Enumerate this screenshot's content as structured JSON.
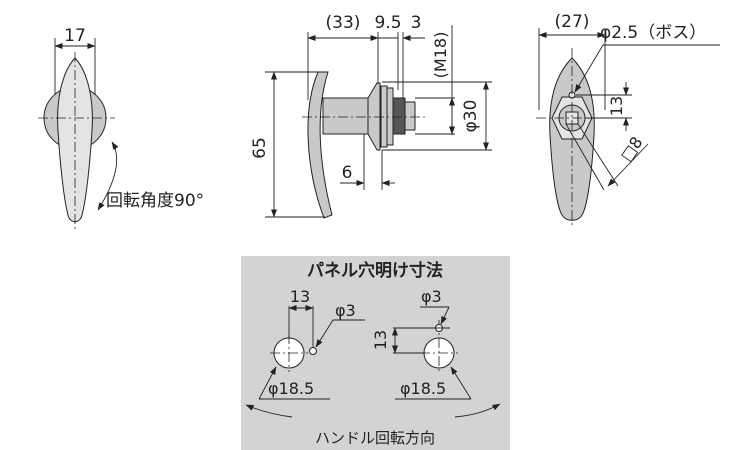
{
  "left_view": {
    "width_dim": "17",
    "rotation_label": "回転角度90°"
  },
  "side_view": {
    "length_dim": "(33)",
    "dim_9_5": "9.5",
    "dim_3": "3",
    "thread": "(M18)",
    "diameter": "φ30",
    "height_dim": "65",
    "dim_6": "6"
  },
  "front_view": {
    "width_dim": "(27)",
    "boss_label": "φ2.5（ボス）",
    "offset_dim": "13",
    "square_dim": "□8"
  },
  "panel": {
    "title": "パネル穴明け寸法",
    "left": {
      "offset_dim": "13",
      "small_hole": "φ3",
      "main_hole": "φ18.5"
    },
    "right": {
      "offset_dim": "13",
      "small_hole": "φ3",
      "main_hole": "φ18.5"
    },
    "rotation_label": "ハンドル回転方向",
    "bg_color": "#d3d3d5"
  }
}
